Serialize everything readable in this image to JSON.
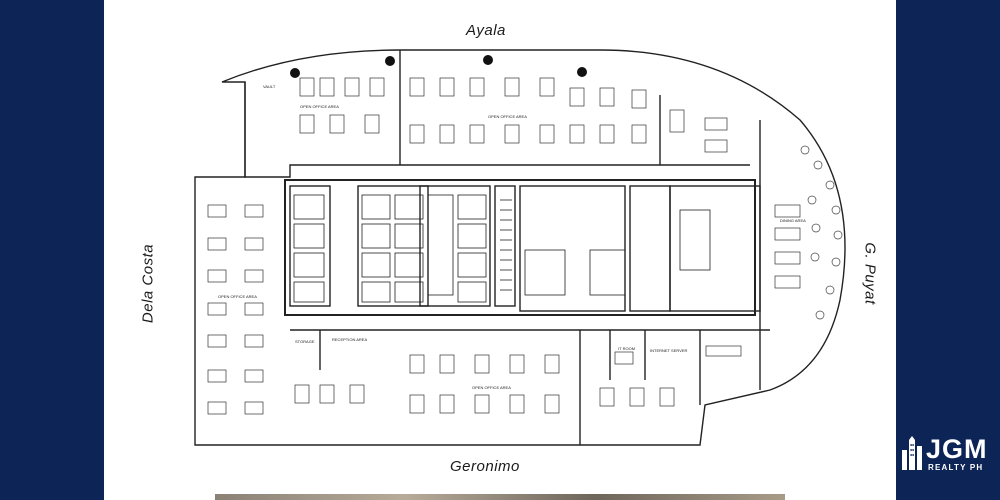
{
  "streets": {
    "top": "Ayala",
    "bottom": "Geronimo",
    "left": "Dela Costa",
    "right": "G. Puyat"
  },
  "rooms": {
    "open_office_north": "OPEN OFFICE AREA",
    "open_office_north_2": "OPEN OFFICE AREA",
    "open_office_west": "OPEN OFFICE AREA",
    "open_office_south": "OPEN OFFICE AREA",
    "reception": "RECEPTION AREA",
    "storage": "STORAGE",
    "it_room": "IT ROOM",
    "server": "INTERNET SERVER",
    "vault": "VAULT",
    "dining": "DINING AREA"
  },
  "logo": {
    "name": "JGM",
    "subtitle": "REALTY PH"
  },
  "colors": {
    "background": "#0d2456",
    "panel": "#ffffff",
    "line": "#222222"
  }
}
